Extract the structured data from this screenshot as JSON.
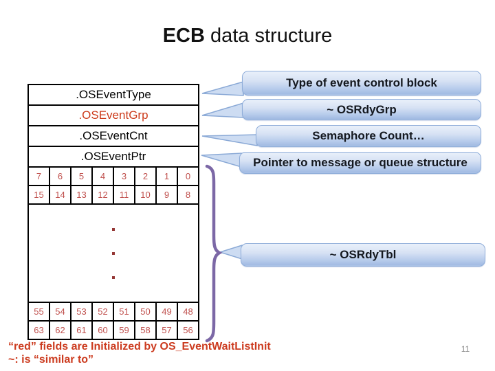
{
  "slide": {
    "title": {
      "emphasis": "ECB",
      "rest": " data structure"
    },
    "page_number": "11"
  },
  "table": {
    "fields": [
      {
        "label": ".OSEventType"
      },
      {
        "label": ".OSEventGrp"
      },
      {
        "label": ".OSEventCnt"
      },
      {
        "label": ".OSEventPtr"
      }
    ],
    "bit_rows_top": [
      [
        "7",
        "6",
        "5",
        "4",
        "3",
        "2",
        "1",
        "0"
      ],
      [
        "15",
        "14",
        "13",
        "12",
        "11",
        "10",
        "9",
        "8"
      ]
    ],
    "bit_rows_bottom": [
      [
        "55",
        "54",
        "53",
        "52",
        "51",
        "50",
        "49",
        "48"
      ],
      [
        "63",
        "62",
        "61",
        "60",
        "59",
        "58",
        "57",
        "56"
      ]
    ],
    "ellipsis_icon": "vertical-dots"
  },
  "callouts": [
    {
      "label": "Type of event control block"
    },
    {
      "label": "~ OSRdyGrp"
    },
    {
      "label": "Semaphore Count…"
    },
    {
      "label": "Pointer to message or queue structure"
    },
    {
      "label": "~ OSRdyTbl"
    }
  ],
  "note": {
    "line1": "“red” fields are Initialized by OS_EventWaitListInit",
    "line2": "~: is “similar to”"
  },
  "colors": {
    "red_field": "#cc3a1a",
    "bit_number": "#c0504d",
    "note_text": "#cc3b1f",
    "callout_fill_top": "#e9f0fa",
    "callout_fill_bottom": "#a2bbe3",
    "callout_border": "#8fadd9",
    "brace_purple": "#7c68a6",
    "page_number_gray": "#8c8c8c"
  }
}
